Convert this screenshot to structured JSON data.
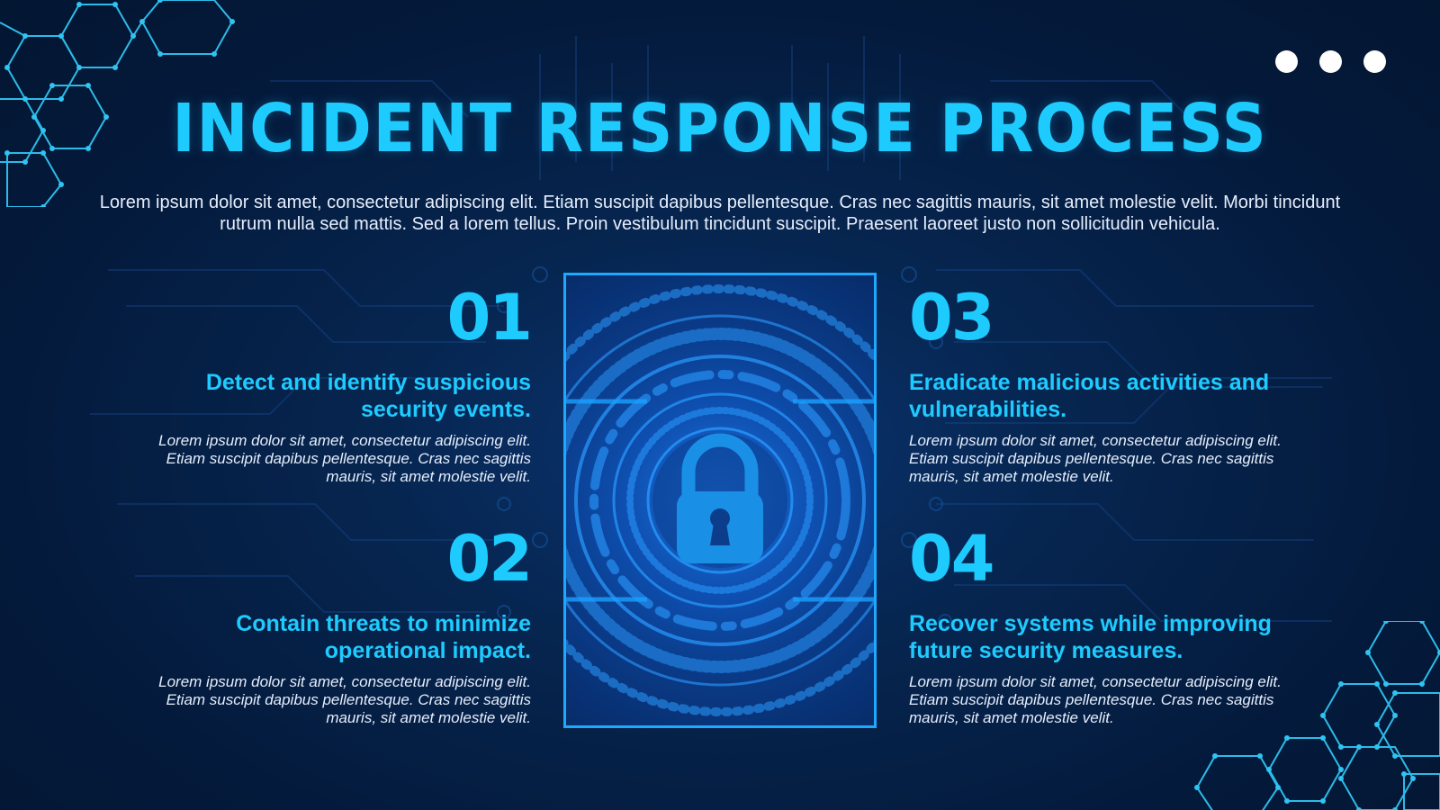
{
  "slide": {
    "title": "INCIDENT RESPONSE PROCESS",
    "subtitle": "Lorem ipsum dolor sit amet, consectetur adipiscing elit. Etiam suscipit dapibus pellentesque. Cras nec sagittis mauris, sit amet molestie velit. Morbi tincidunt rutrum nulla sed mattis. Sed a lorem tellus. Proin vestibulum tincidunt suscipit. Praesent laoreet justo non sollicitudin vehicula.",
    "menu_icon": "three-dots-icon",
    "center_icon": "padlock-icon"
  },
  "steps": [
    {
      "number": "01",
      "heading": "Detect and identify suspicious security events.",
      "description": "Lorem ipsum dolor sit amet, consectetur adipiscing elit. Etiam suscipit dapibus pellentesque. Cras nec sagittis mauris, sit amet molestie velit."
    },
    {
      "number": "02",
      "heading": "Contain threats to minimize operational impact.",
      "description": "Lorem ipsum dolor sit amet, consectetur adipiscing elit. Etiam suscipit dapibus pellentesque. Cras nec sagittis mauris, sit amet molestie velit."
    },
    {
      "number": "03",
      "heading": "Eradicate malicious activities and vulnerabilities.",
      "description": "Lorem ipsum dolor sit amet, consectetur adipiscing elit. Etiam suscipit dapibus pellentesque. Cras nec sagittis mauris, sit amet molestie velit."
    },
    {
      "number": "04",
      "heading": "Recover systems while improving future security measures.",
      "description": "Lorem ipsum dolor sit amet, consectetur adipiscing elit. Etiam suscipit dapibus pellentesque. Cras nec sagittis mauris, sit amet molestie velit."
    }
  ],
  "colors": {
    "background": "#041a3c",
    "accent": "#1ecbff",
    "text": "#e6eefc",
    "panel_border": "#1ea9ff"
  }
}
